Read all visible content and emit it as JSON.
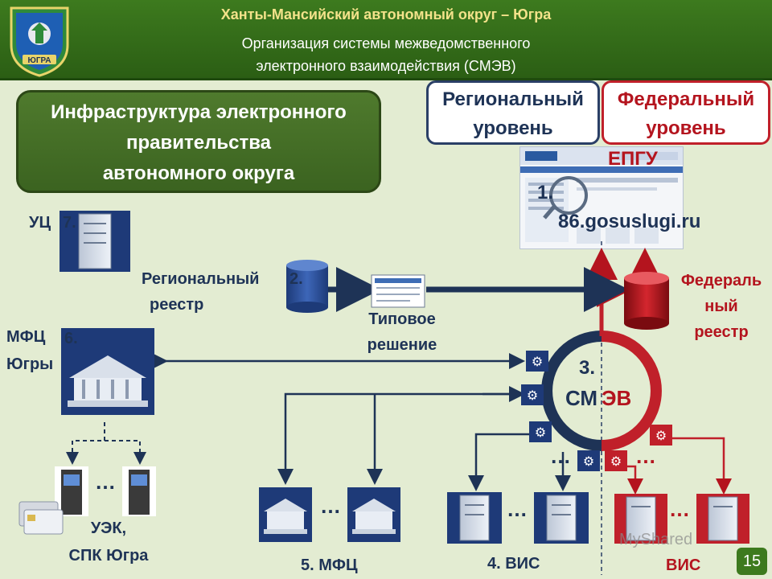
{
  "header": {
    "region_title": "Ханты-Мансийский автономный округ – Югра",
    "slide_title_line1": "Организация системы межведомственного",
    "slide_title_line2": "электронного взаимодействия (СМЭВ)",
    "emblem_text": "ЮГРА"
  },
  "infra_box": {
    "line1": "Инфраструктура электронного",
    "line2": "правительства",
    "line3": "автономного округа"
  },
  "levels": {
    "regional_line1": "Региональный",
    "regional_line2": "уровень",
    "federal_line1": "Федеральный",
    "federal_line2": "уровень"
  },
  "portal": {
    "epgu": "ЕПГУ",
    "number": "1.",
    "url": "86.gosuslugi.ru"
  },
  "nodes": {
    "uc": "УЦ",
    "uc_num": "7.",
    "regional_registry_1": "Региональный",
    "regional_registry_2": "реестр",
    "regional_registry_num": "2.",
    "typical_solution_1": "Типовое",
    "typical_solution_2": "решение",
    "federal_registry_1": "Федераль",
    "federal_registry_2": "ный",
    "federal_registry_3": "реестр",
    "mfc_yugra_1": "МФЦ",
    "mfc_yugra_2": "Югры",
    "mfc_yugra_num": "6.",
    "smev_num": "3.",
    "smev_left": "СМ",
    "smev_right": "ЭВ",
    "uek_1": "УЭК,",
    "uek_2": "СПК Югра",
    "mfc": "5. МФЦ",
    "vis_regional": "4. ВИС",
    "vis_federal": "ВИС",
    "ellipsis": "…"
  },
  "page_number": "15",
  "watermark": "MyShared",
  "colors": {
    "header_green": "#3d7a1e",
    "header_title_yellow": "#f3e28a",
    "regional_blue": "#1e3356",
    "federal_red": "#b4141e",
    "background": "#e3ecd2"
  }
}
